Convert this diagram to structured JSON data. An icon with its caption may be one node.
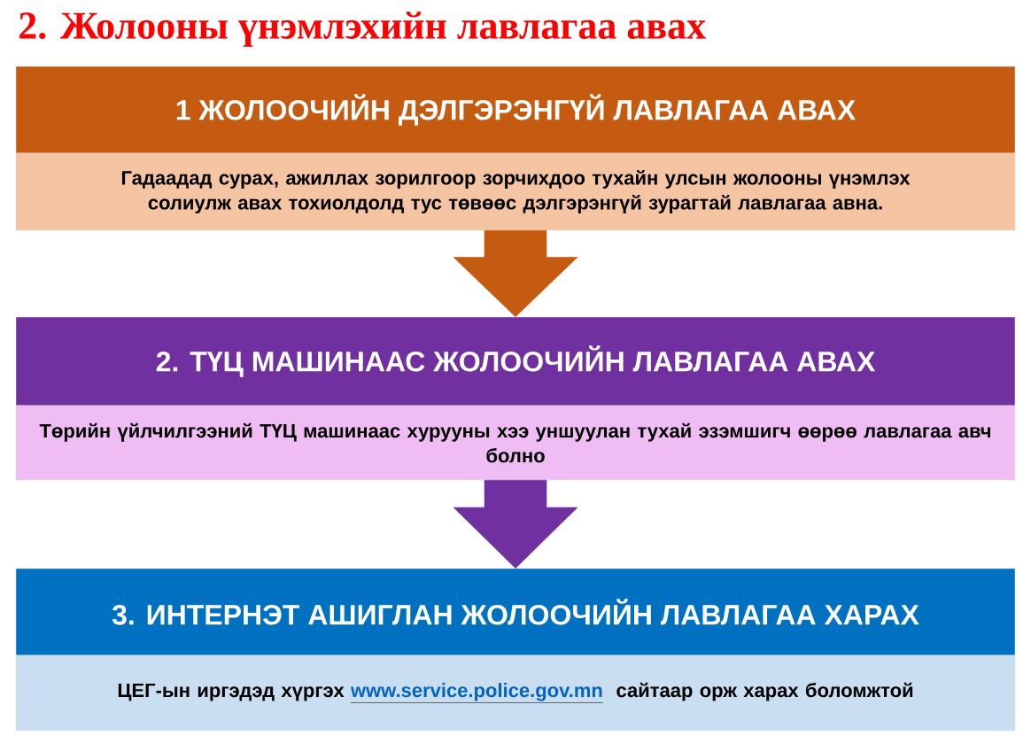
{
  "diagram": {
    "title": "2. Жолооны үнэмлэхийн лавлагаа авах",
    "nodes": [
      {
        "text": [
          "1 ЖОЛООЧИЙН ДЭЛГЭРЭНГҮЙ ЛАВЛАГАА АВАХ"
        ]
      },
      {
        "text": [
          "Гадаадад сурах, ажиллах зорилгоор зорчихдоо тухайн улсын жолооны үнэмлэх солиулж авах тохиолдолд тус төвөөс дэлгэрэнгүй зурагтай лавлагаа авна."
        ]
      },
      {
        "text": [
          "2. ТҮЦ МАШИНААС ЖОЛООЧИЙН ЛАВЛАГАА АВАХ"
        ]
      },
      {
        "text": [
          "Төрийн үйлчилгээний ТҮЦ машинаас хурууны хээ уншуулан тухай эзэмшигч өөрөө лавлагаа авч болно"
        ]
      },
      {
        "text": [
          "3. ИНТЕРНЭТ АШИГЛАН ЖОЛООЧИЙН ЛАВЛАГАА ХАРАХ"
        ]
      },
      {
        "text": [
          "ЦЕГ-ын иргэдэд хүргэх",
          "www.service.police.gov.mn",
          "сайтаар орж харах боломжтой"
        ]
      }
    ],
    "edges": [
      {
        "from": 1,
        "to": 2,
        "arrow": "to",
        "color": "#c55a11"
      },
      {
        "from": 3,
        "to": 4,
        "arrow": "to",
        "color": "#7030a0"
      }
    ]
  }
}
